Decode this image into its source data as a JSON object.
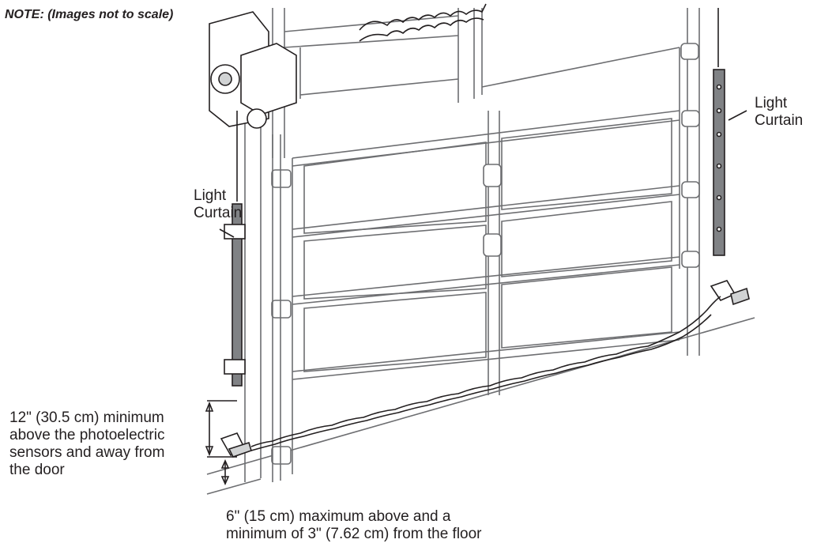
{
  "note": "NOTE: (Images not to scale)",
  "labels": {
    "light_curtain_left": "Light\nCurtain",
    "light_curtain_right": "Light\nCurtain",
    "min_12in": "12\" (30.5 cm) minimum\nabove the photoelectric\nsensors and away from\nthe door",
    "max_6in": "6\" (15 cm) maximum above and a\nminimum of 3\" (7.62 cm) from the floor"
  },
  "colors": {
    "line": "#6d6e71",
    "text": "#231f20",
    "curtain": "#808285"
  }
}
